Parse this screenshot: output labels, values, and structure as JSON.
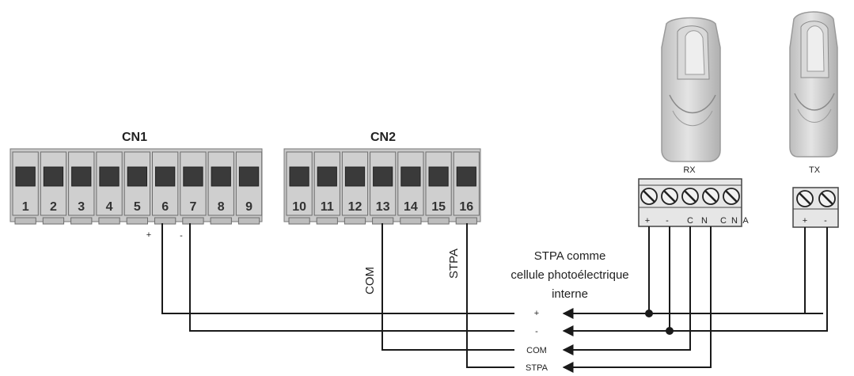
{
  "connectors": {
    "cn1": {
      "title": "CN1",
      "terminals": [
        "1",
        "2",
        "3",
        "4",
        "5",
        "6",
        "7",
        "8",
        "9"
      ]
    },
    "cn2": {
      "title": "CN2",
      "terminals": [
        "10",
        "11",
        "12",
        "13",
        "14",
        "15",
        "16"
      ]
    }
  },
  "terminal_marks": {
    "plus": "+",
    "minus": "-",
    "com": "COM",
    "stpa": "STPA"
  },
  "rx": {
    "title": "RX",
    "pins": [
      "+",
      "-",
      "C",
      "N",
      "C",
      "N",
      "A"
    ]
  },
  "tx": {
    "title": "TX",
    "pins": [
      "+",
      "-"
    ]
  },
  "note": {
    "line1": "STPA comme",
    "line2": "cellule photoélectrique",
    "line3": "interne"
  },
  "bus_labels": {
    "plus": "+",
    "minus": "-",
    "com": "COM",
    "stpa": "STPA"
  },
  "colors": {
    "terminal_body": "#cfcfcf",
    "terminal_window": "#3a3a3a",
    "sensor": "#c8c8c8",
    "wire": "#1a1a1a"
  }
}
